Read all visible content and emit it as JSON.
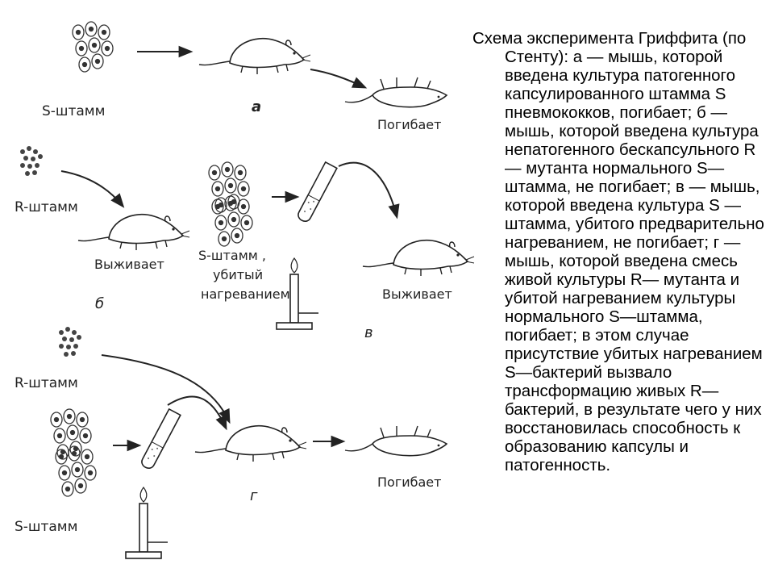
{
  "labels": {
    "s_strain": "S-штамм",
    "r_strain": "R-штамм",
    "dies": "Погибает",
    "survives": "Выживает",
    "s_killed_line1": "S-штамм ,",
    "s_killed_line2": "убитый",
    "s_killed_line3": "нагреванием"
  },
  "panels": {
    "a": "а",
    "b": "б",
    "v": "в",
    "g": "г"
  },
  "caption": "Схема эксперимента Гриффита (по Стенту): а — мышь, которой введена культура патогенного капсулированного штамма S пневмококков, погибает; б — мышь, которой введена культура непатогенного бескапсульного R— мутанта нормального S—штамма, не погибает; в — мышь, которой введена культура S —штамма, убитого предварительно нагреванием, не погибает; г — мышь, которой введена смесь живой культуры R— мутанта и убитой нагреванием культуры нормального S—штамма, погибает; в этом случае присутствие убитых нагреванием S—бактерий вызвало трансформацию живых R—бактерий, в результате чего у них восстановилась способность к образованию капсулы и патогенность.",
  "colors": {
    "ink": "#222222",
    "text": "#000000"
  }
}
